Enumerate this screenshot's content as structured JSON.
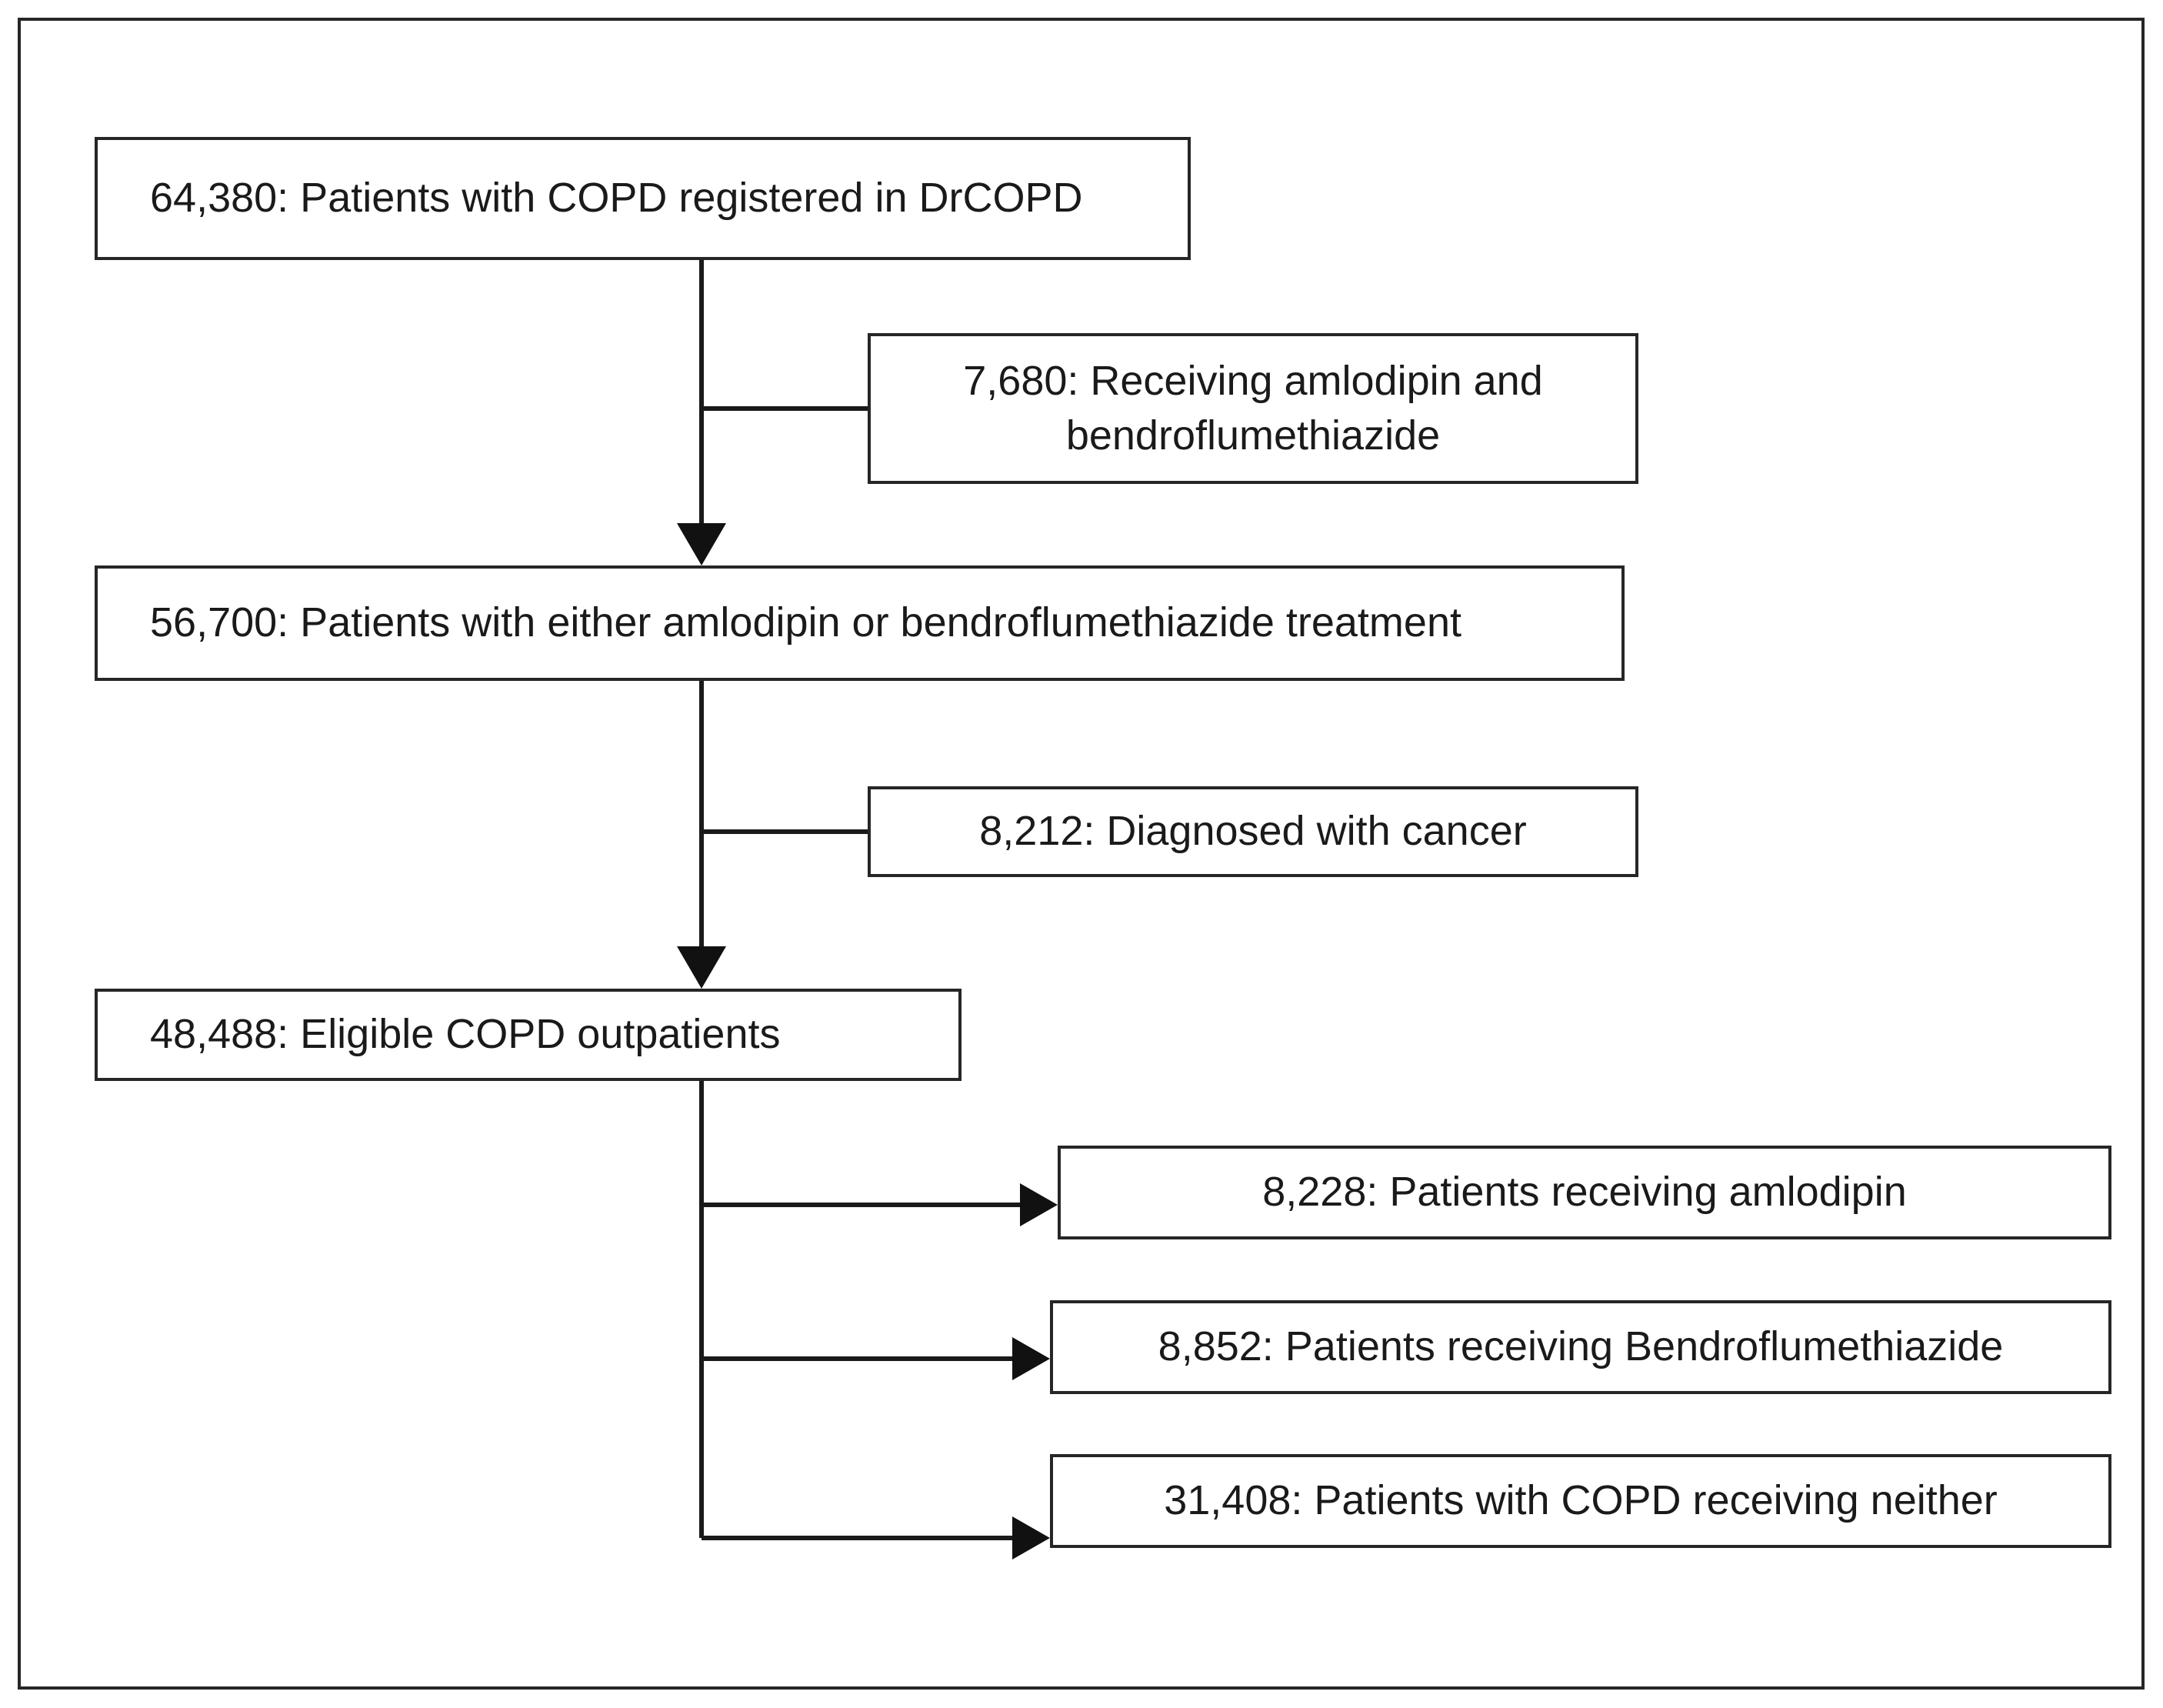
{
  "diagram": {
    "title": "COPD patient selection flow diagram",
    "type": "flowchart",
    "border_color": "#262626",
    "text_color": "#1a1a1a",
    "nodes": {
      "registered": {
        "label": "64,380: Patients with COPD registered in DrCOPD",
        "count": "64,380",
        "align": "left"
      },
      "excluded_both": {
        "line1": "7,680: Receiving amlodipin and",
        "line2": "bendroflumethiazide",
        "count": "7,680",
        "align": "center"
      },
      "either_treatment": {
        "label": "56,700: Patients with either amlodipin or bendroflumethiazide treatment",
        "count": "56,700",
        "align": "left"
      },
      "excluded_cancer": {
        "label": "8,212: Diagnosed with cancer",
        "count": "8,212",
        "align": "center"
      },
      "eligible": {
        "label": "48,488: Eligible COPD outpatients",
        "count": "48,488",
        "align": "left"
      },
      "out_amlodipin": {
        "label": "8,228: Patients receiving amlodipin",
        "count": "8,228",
        "align": "center"
      },
      "out_bendroflumethiazide": {
        "label": "8,852: Patients receiving Bendroflumethiazide",
        "count": "8,852",
        "align": "center"
      },
      "out_neither": {
        "label": "31,408: Patients with COPD receiving neither",
        "count": "31,408",
        "align": "center"
      }
    },
    "edges": [
      {
        "from": "registered",
        "to": "either_treatment",
        "kind": "arrow-down"
      },
      {
        "from": "registered",
        "to": "excluded_both",
        "kind": "branch-right"
      },
      {
        "from": "either_treatment",
        "to": "eligible",
        "kind": "arrow-down"
      },
      {
        "from": "either_treatment",
        "to": "excluded_cancer",
        "kind": "branch-right"
      },
      {
        "from": "eligible",
        "to": "out_amlodipin",
        "kind": "arrow-right"
      },
      {
        "from": "eligible",
        "to": "out_bendroflumethiazide",
        "kind": "arrow-right"
      },
      {
        "from": "eligible",
        "to": "out_neither",
        "kind": "arrow-right"
      }
    ]
  }
}
